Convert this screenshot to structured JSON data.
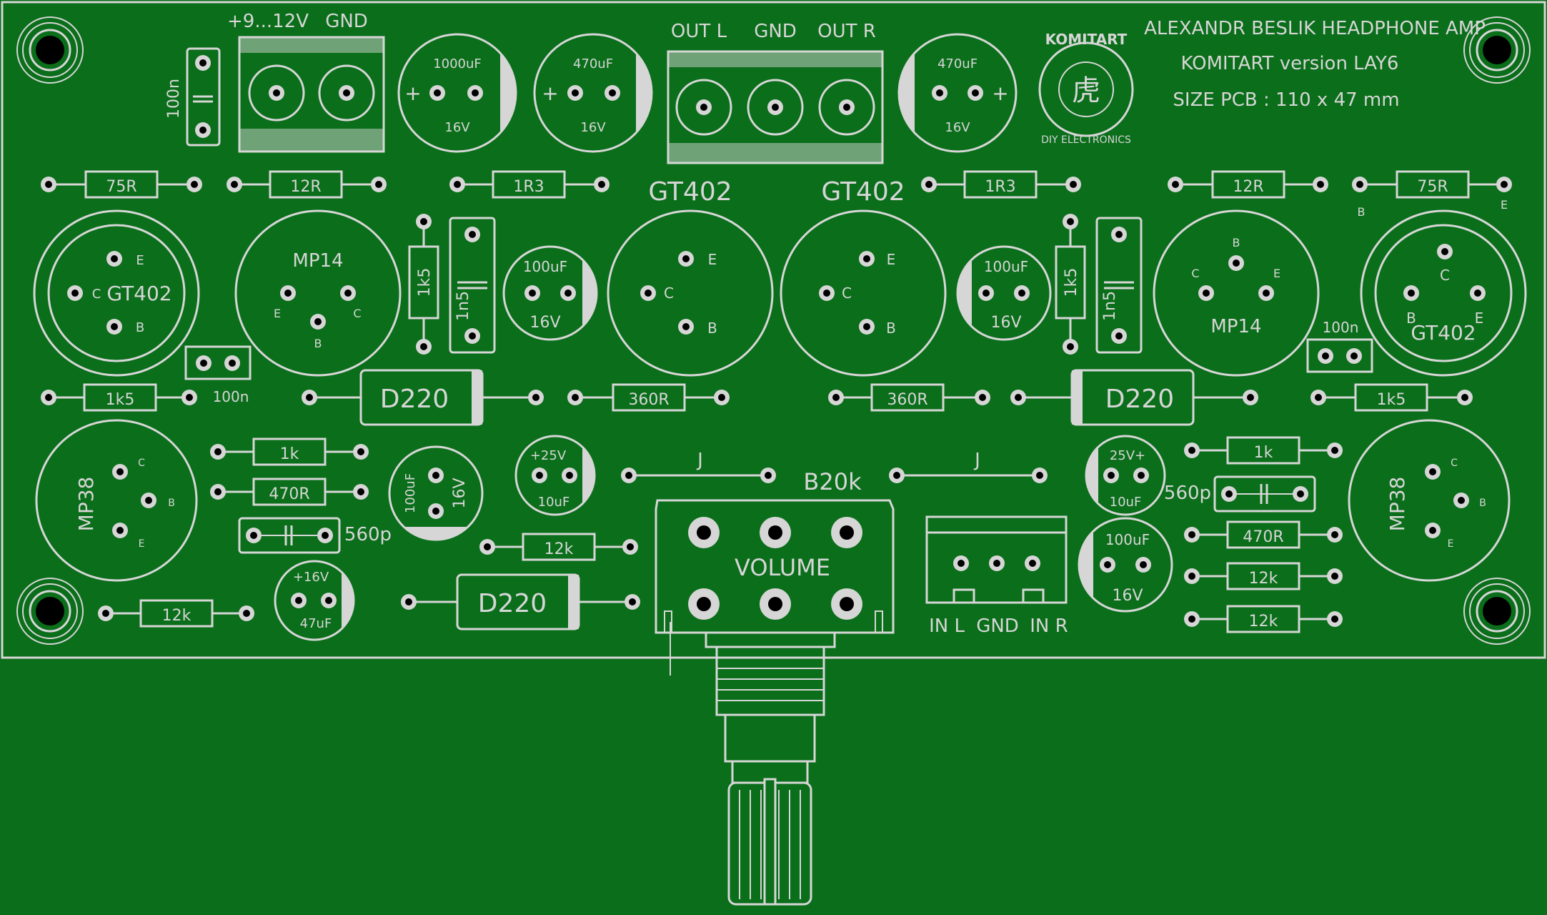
{
  "board": {
    "title_line1": "ALEXANDR BESLIK HEADPHONE AMP",
    "title_line2": "KOMITART version LAY6",
    "title_line3": "SIZE PCB : 110 x 47 mm",
    "logo_top": "KOMITART",
    "logo_bottom": "DIY ELECTRONICS",
    "logo_glyph": "虎",
    "colors": {
      "pcb": "#0a6e1a",
      "silk": "#d6d6d6",
      "hole": "#000000"
    }
  },
  "connectors": {
    "power": {
      "label_v": "+9...12V",
      "label_gnd": "GND"
    },
    "output": {
      "out_l": "OUT L",
      "gnd": "GND",
      "out_r": "OUT R"
    },
    "input": {
      "in_l": "IN L",
      "gnd": "GND",
      "in_r": "IN R"
    }
  },
  "caps_film": {
    "c_top": "100n",
    "c_left_mid": "100n",
    "c_right_mid": "100n",
    "c_1n5_left": "1n5",
    "c_1n5_right": "1n5",
    "c_560_left": "560p",
    "c_560_right": "560p"
  },
  "caps_elec": {
    "c1000": {
      "value": "1000uF",
      "voltage": "16V"
    },
    "c470a": {
      "value": "470uF",
      "voltage": "16V"
    },
    "c470b": {
      "value": "470uF",
      "voltage": "16V"
    },
    "c100_left": {
      "value": "100uF",
      "voltage": "16V"
    },
    "c100_right": {
      "value": "100uF",
      "voltage": "16V"
    },
    "c100_low_left": {
      "value": "100uF",
      "voltage": "16V"
    },
    "c100_low_right": {
      "value": "100uF",
      "voltage": "16V"
    },
    "c10_left": {
      "value": "10uF",
      "voltage": "+25V"
    },
    "c10_right": {
      "value": "10uF",
      "voltage": "25V+"
    },
    "c47": {
      "value": "47uF",
      "voltage": "+16V"
    }
  },
  "resistors": {
    "r75_left": "75R",
    "r12_left": "12R",
    "r1r3_left": "1R3",
    "r1r3_right": "1R3",
    "r12_right": "12R",
    "r75_right": "75R",
    "r1k5v_left": "1k5",
    "r1k5v_right": "1k5",
    "r1k5_left": "1k5",
    "r1k5_right": "1k5",
    "r360_left": "360R",
    "r360_right": "360R",
    "r1k_left": "1k",
    "r470_left": "470R",
    "r12k_left": "12k",
    "r12k_mid": "12k",
    "r1k_right": "1k",
    "r470_right": "470R",
    "r12k_right1": "12k",
    "r12k_right2": "12k"
  },
  "transistors": {
    "t_gt402_l": "GT402",
    "t_mp14_l": "MP14",
    "t_gt402_cl": "GT402",
    "t_gt402_cr": "GT402",
    "t_mp14_r": "MP14",
    "t_gt402_r": "GT402",
    "t_mp38_l": "MP38",
    "t_mp38_r": "MP38",
    "pin_e": "E",
    "pin_b": "B",
    "pin_c": "C"
  },
  "diodes": {
    "d1": "D220",
    "d2": "D220",
    "d3": "D220"
  },
  "jumpers": {
    "j1": "J",
    "j2": "J"
  },
  "pot": {
    "value": "B20k",
    "label": "VOLUME"
  }
}
